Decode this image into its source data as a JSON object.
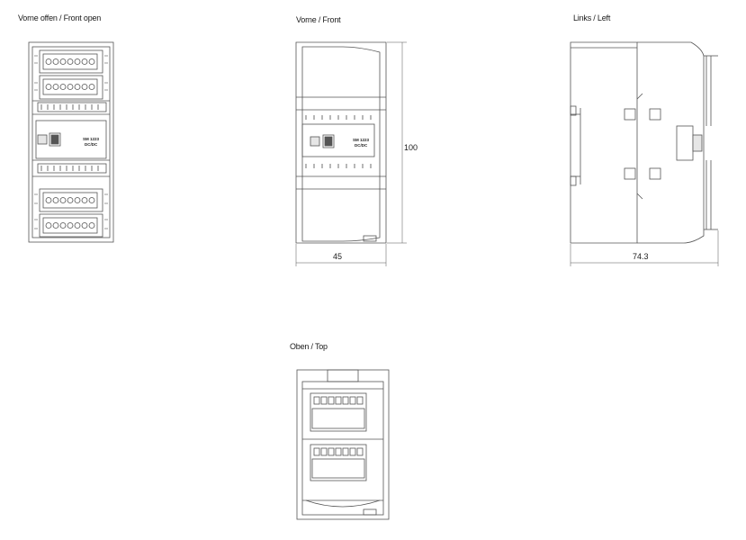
{
  "views": {
    "front_open": {
      "title": "Vorne offen / Front open"
    },
    "front": {
      "title": "Vorne / Front"
    },
    "left": {
      "title": "Links / Left"
    },
    "top": {
      "title": "Oben / Top"
    }
  },
  "dimensions": {
    "height": "100",
    "front_width": "45",
    "depth": "74.3"
  },
  "module": {
    "model_line1": "SM 1223",
    "model_line2": "DC/DC"
  },
  "colors": {
    "line": "#555555",
    "fill": "#ffffff",
    "shade": "#e6e6e6"
  }
}
